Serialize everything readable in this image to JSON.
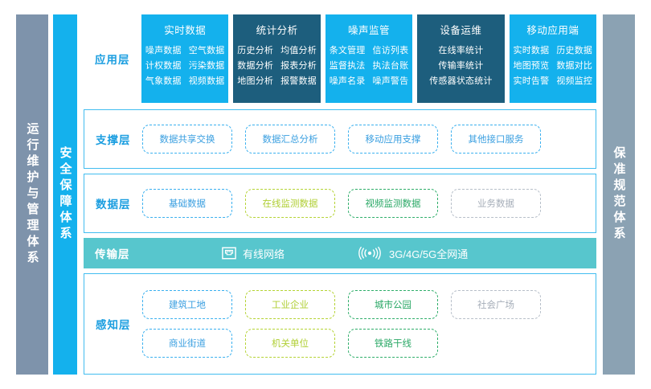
{
  "sides": {
    "left": {
      "name": "运行维护与管理体系",
      "color": "#7e93ab"
    },
    "security": {
      "name": "安全保障体系",
      "color": "#14b1ed"
    },
    "right": {
      "name": "保准规范体系",
      "color": "#8ba2b3"
    }
  },
  "layers": {
    "application": {
      "label": "应用层",
      "cards": [
        {
          "title": "实时数据",
          "style": "light",
          "items": [
            "噪声数据",
            "空气数据",
            "计权数据",
            "污染数据",
            "气象数据",
            "视频数据"
          ]
        },
        {
          "title": "统计分析",
          "style": "dark",
          "items": [
            "历史分析",
            "均值分析",
            "数据分析",
            "报表分析",
            "地图分析",
            "报警数据"
          ]
        },
        {
          "title": "噪声监管",
          "style": "light",
          "items": [
            "条文管理",
            "信访列表",
            "监督执法",
            "执法台账",
            "噪声名录",
            "噪声警告"
          ]
        },
        {
          "title": "设备运维",
          "style": "dark",
          "items": [
            "在线率统计",
            "传输率统计",
            "传感器状态统计"
          ]
        },
        {
          "title": "移动应用端",
          "style": "light",
          "items": [
            "实时数据",
            "历史数据",
            "地图预览",
            "数据对比",
            "实时告警",
            "视频监控"
          ]
        }
      ]
    },
    "support": {
      "label": "支撑层",
      "chips": [
        {
          "text": "数据共享交换",
          "color": "blue"
        },
        {
          "text": "数据汇总分析",
          "color": "blue"
        },
        {
          "text": "移动应用支撑",
          "color": "blue"
        },
        {
          "text": "其他接口服务",
          "color": "blue"
        }
      ]
    },
    "data": {
      "label": "数据层",
      "chips": [
        {
          "text": "基础数据",
          "color": "blue"
        },
        {
          "text": "在线监测数据",
          "color": "lime"
        },
        {
          "text": "视频监测数据",
          "color": "green"
        },
        {
          "text": "业务数据",
          "color": "gray"
        }
      ]
    },
    "transport": {
      "label": "传输层",
      "items": [
        {
          "icon": "ethernet-port-icon",
          "text": "有线网络"
        },
        {
          "icon": "wireless-signal-icon",
          "text": "3G/4G/5G全网通"
        }
      ]
    },
    "perception": {
      "label": "感知层",
      "chips": [
        {
          "text": "建筑工地",
          "color": "blue"
        },
        {
          "text": "工业企业",
          "color": "lime"
        },
        {
          "text": "城市公园",
          "color": "green"
        },
        {
          "text": "社会广场",
          "color": "gray"
        },
        {
          "text": "商业街道",
          "color": "blue"
        },
        {
          "text": "机关单位",
          "color": "lime"
        },
        {
          "text": "铁路干线",
          "color": "green"
        }
      ]
    }
  },
  "colors": {
    "accent_blue": "#14b1ed",
    "dark_blue": "#1d5e7d",
    "teal": "#57c6cd",
    "slate": "#7e93ab",
    "lime": "#b5d334",
    "green": "#2fae6a",
    "gray": "#b7bfc9"
  }
}
